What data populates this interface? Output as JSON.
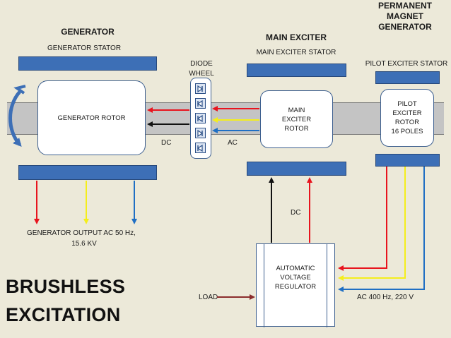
{
  "title": {
    "line1": "BRUSHLESS",
    "line2": "EXCITATION"
  },
  "generator": {
    "heading": "GENERATOR",
    "stator": "GENERATOR STATOR",
    "rotor": "GENERATOR ROTOR",
    "output_line1": "GENERATOR OUTPUT  AC  50 Hz,",
    "output_line2": "15.6 KV"
  },
  "diode_wheel": {
    "line1": "DIODE",
    "line2": "WHEEL"
  },
  "main_exciter": {
    "heading": "MAIN EXCITER",
    "stator": "MAIN EXCITER STATOR",
    "rotor_line1": "MAIN",
    "rotor_line2": "EXCITER",
    "rotor_line3": "ROTOR"
  },
  "pmg": {
    "heading_line1": "PERMANENT",
    "heading_line2": "MAGNET",
    "heading_line3": "GENERATOR",
    "stator": "PILOT EXCITER STATOR",
    "rotor_line1": "PILOT",
    "rotor_line2": "EXCITER",
    "rotor_line3": "ROTOR",
    "rotor_line4": "16 POLES"
  },
  "labels": {
    "dc_left": "DC",
    "ac_right": "AC",
    "dc_mid": "DC",
    "load": "LOAD",
    "ac_pilot": "AC 400 Hz, 220 V"
  },
  "avr": {
    "line1": "AUTOMATIC",
    "line2": "VOLTAGE",
    "line3": "REGULATOR"
  },
  "colors": {
    "phase_red": "#e8141e",
    "phase_yellow": "#f4ee1c",
    "phase_blue": "#1f6fc4",
    "dc": "#111111",
    "load": "#8b2c2c",
    "stator": "#3d6fb6"
  }
}
